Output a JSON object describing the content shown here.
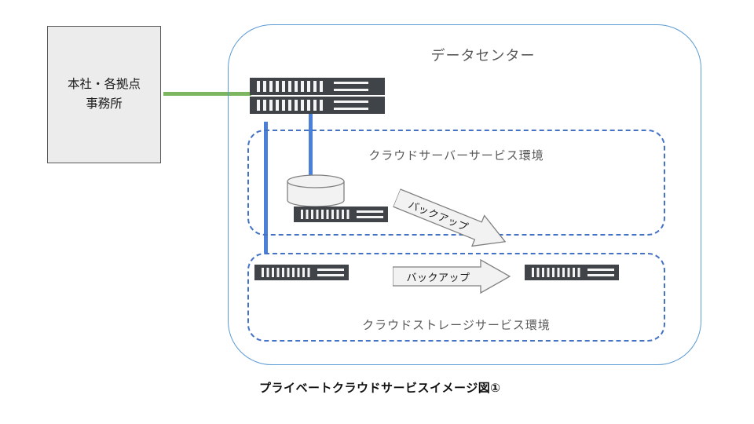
{
  "diagram": {
    "office_box": {
      "line1": "本社・各拠点",
      "line2": "事務所"
    },
    "datacenter": {
      "title": "データセンター"
    },
    "environments": {
      "server": {
        "label": "クラウドサーバーサービス環境"
      },
      "storage": {
        "label": "クラウドストレージサービス環境"
      }
    },
    "arrows": {
      "diagonal_backup_label": "バックアップ",
      "horizontal_backup_label": "バックアップ"
    },
    "caption": "プライベートクラウドサービスイメージ図①",
    "icons": [
      "server-rack-icon",
      "disk-cylinder-icon",
      "backup-arrow-icon"
    ],
    "colors": {
      "outer_border_blue": "#5B9BD5",
      "dashed_border_blue": "#4472C4",
      "connector_blue": "#4A80D9",
      "connector_green": "#7CB661",
      "rack_dark": "#404448",
      "shape_fill": "#F2F2F2",
      "shape_stroke": "#7F7F7F",
      "label_gray": "#595959",
      "office_fill": "#ECECEC"
    }
  }
}
